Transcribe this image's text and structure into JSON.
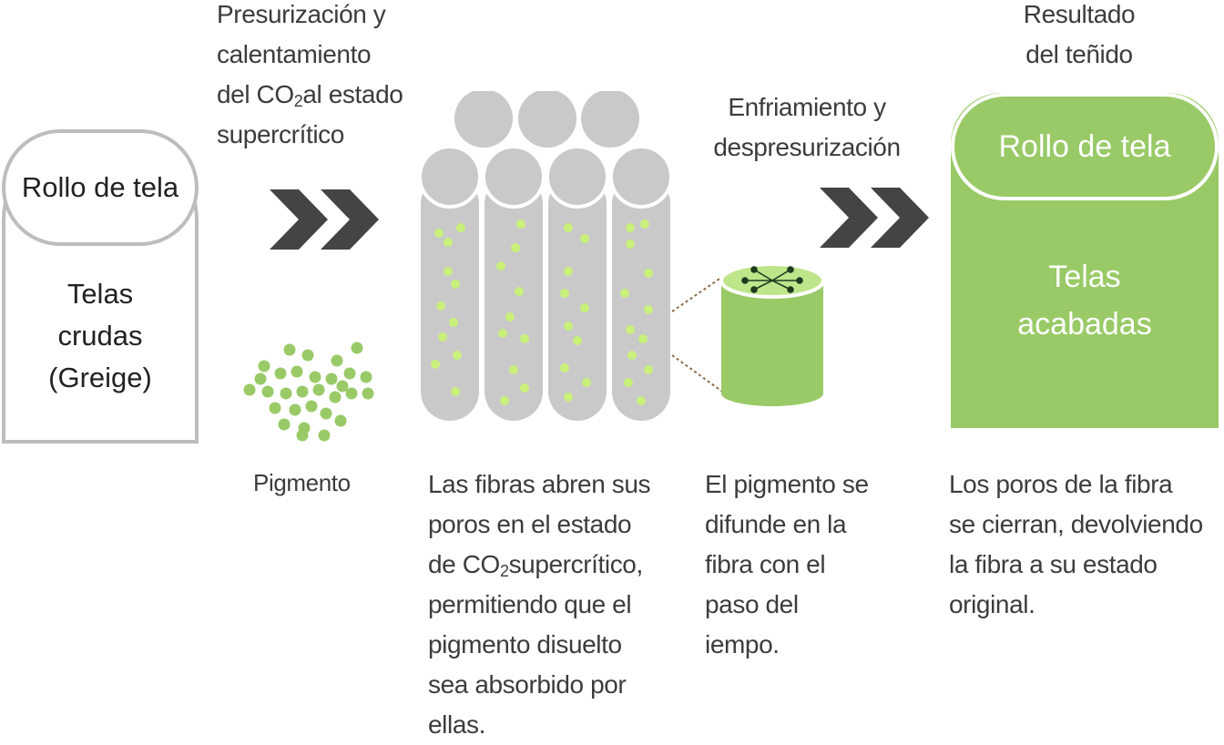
{
  "raw_roll": {
    "cap_label": "Rollo de tela",
    "body_lines": [
      "Telas",
      "crudas",
      "(Greige)"
    ]
  },
  "step1": {
    "line1": "Presurización y",
    "line2": "calentamiento",
    "line3_a": "del CO",
    "line3_sub": "2",
    "line3_b": "al estado",
    "line4": "supercrítico"
  },
  "pigment_label": "Pigmento",
  "fibers_desc": {
    "line1": "Las fibras abren sus",
    "line2": "poros en el estado",
    "line3_a": "de  CO",
    "line3_sub": "2",
    "line3_b": "supercrítico,",
    "line4": "permitiendo que el",
    "line5": "pigmento disuelto",
    "line6": "sea absorbido por",
    "line7": "ellas."
  },
  "step2": {
    "line1": "Enfriamiento y",
    "line2": "despresurización"
  },
  "fiber_desc": {
    "lines": [
      "El pigmento se",
      "difunde en la",
      "fibra con el",
      "paso del",
      "iempo."
    ]
  },
  "result_title": {
    "line1": "Resultado",
    "line2": "del teñido"
  },
  "finished_roll": {
    "cap_label": "Rollo de tela",
    "body_lines": [
      "Telas",
      "acabadas"
    ]
  },
  "result_desc": {
    "lines": [
      "Los poros de la fibra",
      "se cierran, devolviendo",
      "la fibra a su estado",
      "original."
    ]
  },
  "colors": {
    "green": "#99ca67",
    "light_green": "#c8f07a",
    "gray": "#c9c9c9",
    "arrow": "#444444",
    "text": "#3c3c3c"
  },
  "icons": [
    "double-chevron-right-icon",
    "pigment-cluster-icon",
    "fiber-bundle-icon",
    "single-fiber-icon"
  ]
}
